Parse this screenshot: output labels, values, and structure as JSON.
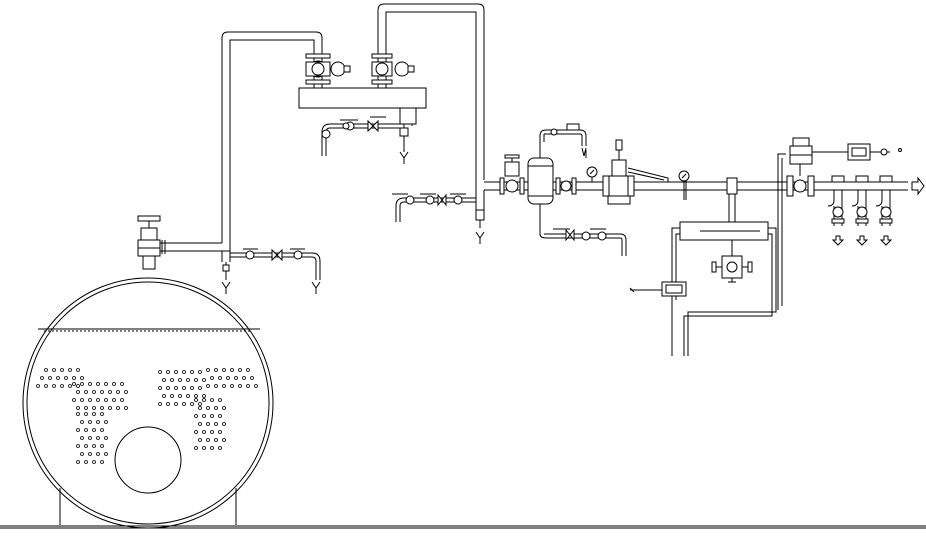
{
  "diagram": {
    "title": "",
    "colors": {
      "line": "#000000",
      "background": "#ffffff"
    },
    "components": [
      {
        "id": "boiler",
        "kind": "horizontal-boiler"
      },
      {
        "id": "main-stop-valve",
        "kind": "gate-valve"
      },
      {
        "id": "riser-pipe",
        "kind": "pipe"
      },
      {
        "id": "steam-header",
        "kind": "header-manifold"
      },
      {
        "id": "header-valve-left",
        "kind": "gate-valve"
      },
      {
        "id": "header-valve-right",
        "kind": "gate-valve"
      },
      {
        "id": "steam-separator",
        "kind": "separator-vessel"
      },
      {
        "id": "pressure-reducing-valve",
        "kind": "control-valve"
      },
      {
        "id": "safety-valve",
        "kind": "relief-valve"
      },
      {
        "id": "pressure-gauge-1",
        "kind": "gauge"
      },
      {
        "id": "pressure-gauge-2",
        "kind": "gauge"
      },
      {
        "id": "flow-meter",
        "kind": "flow-meter"
      },
      {
        "id": "steam-trap-station",
        "kind": "trap-assembly"
      },
      {
        "id": "condensate-pot",
        "kind": "vessel"
      },
      {
        "id": "branch-outlets",
        "kind": "outlet-drops",
        "count": 3
      }
    ]
  }
}
